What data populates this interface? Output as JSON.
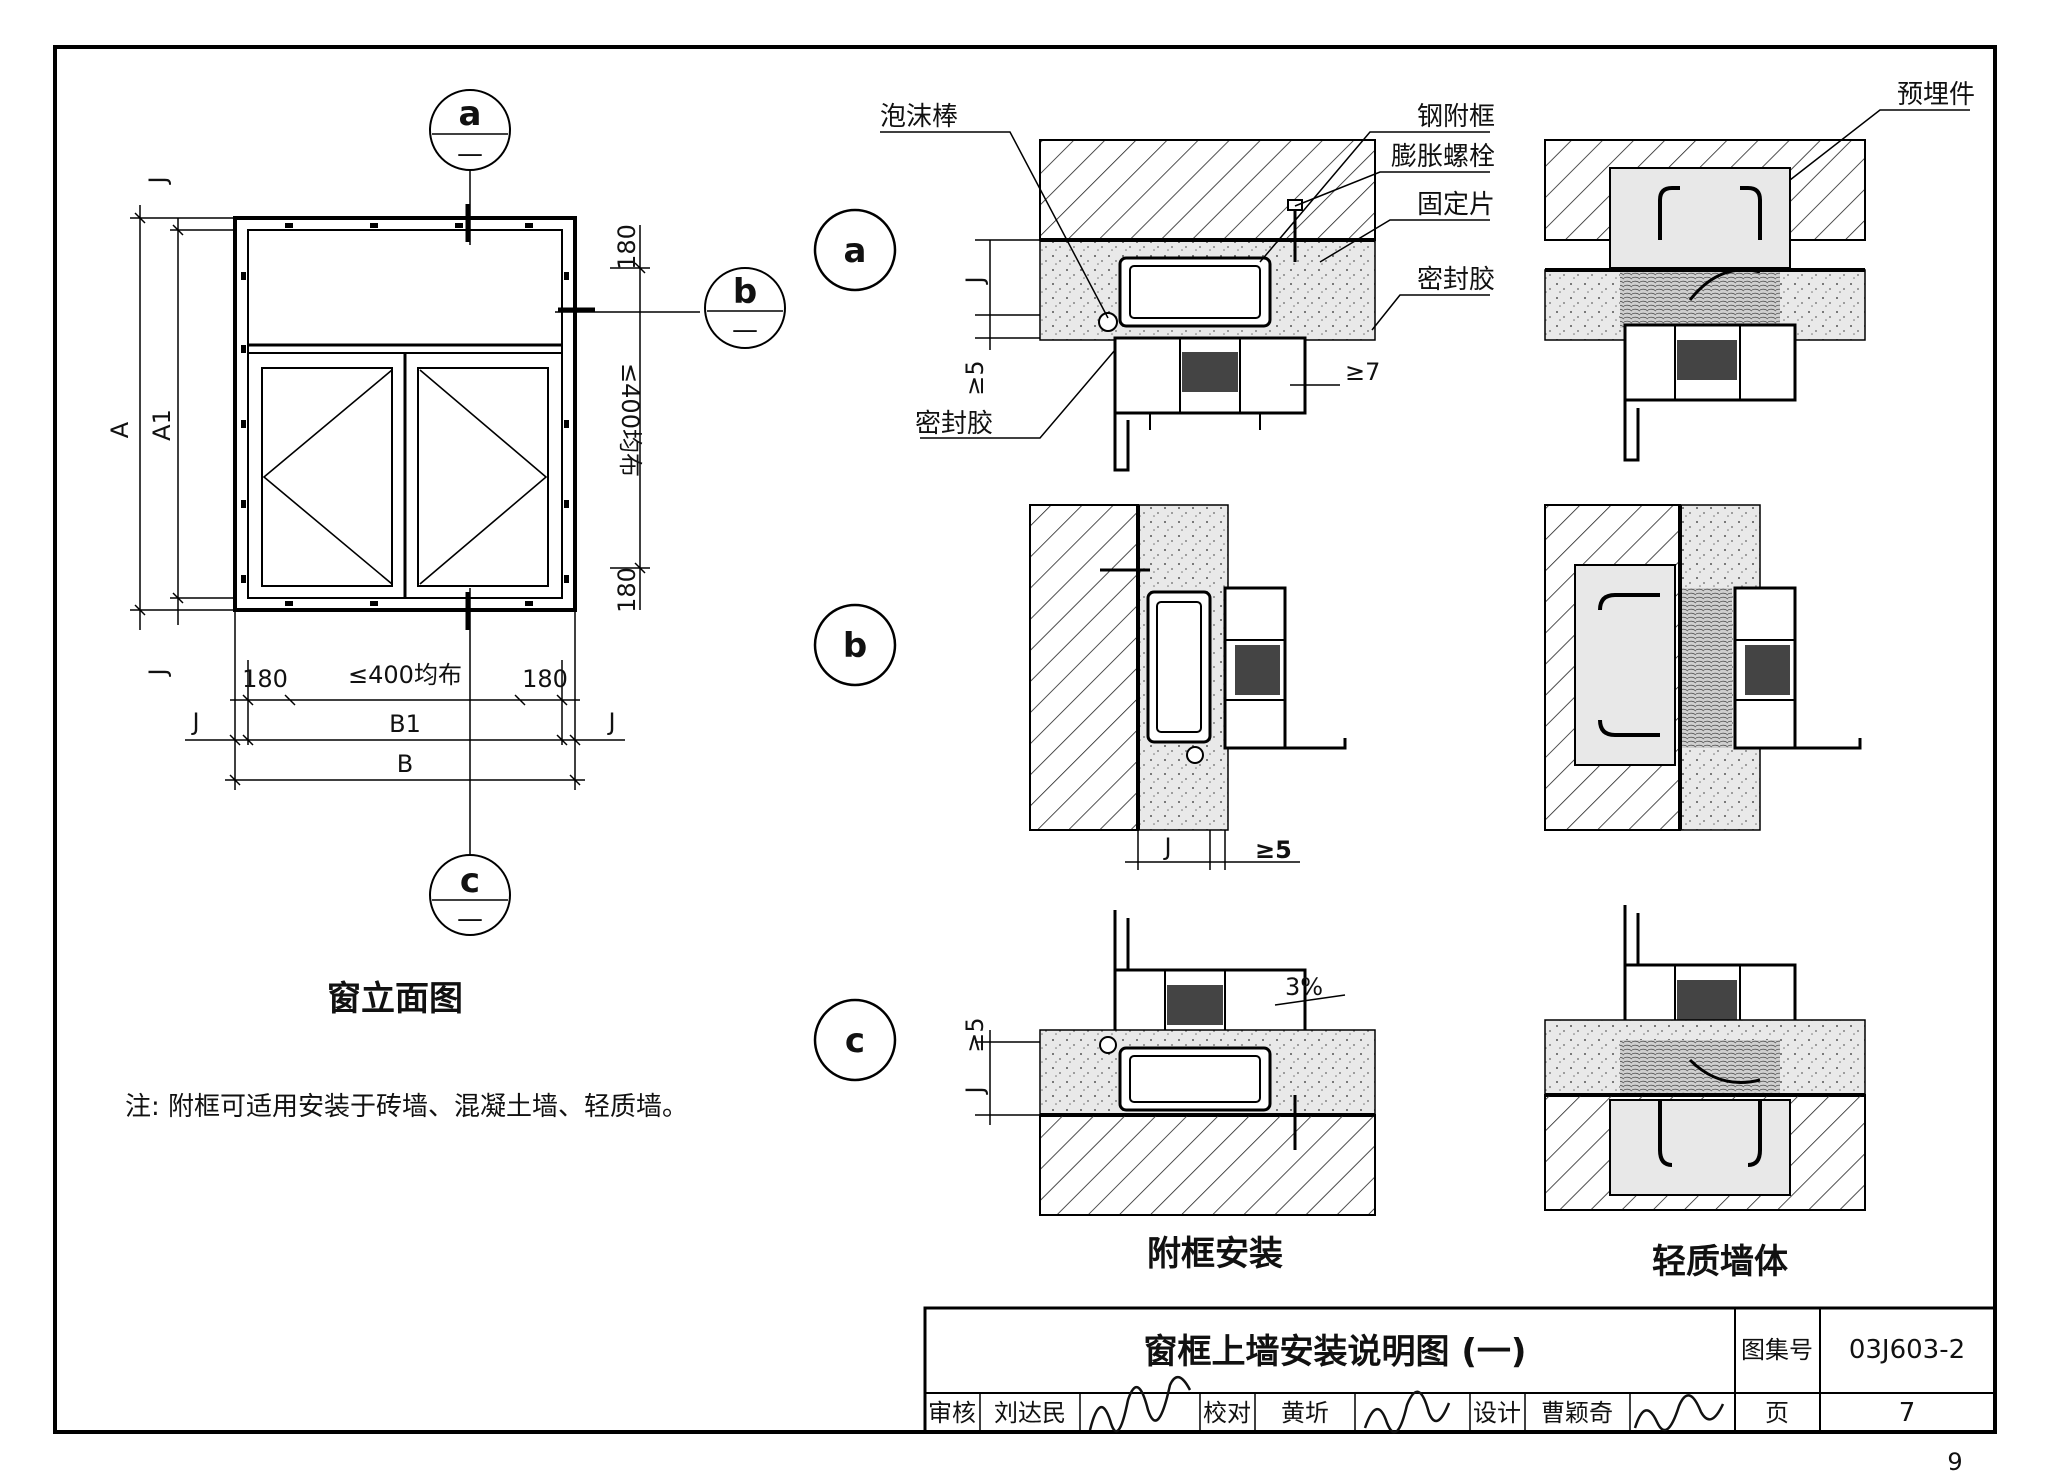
{
  "elevation": {
    "title": "窗立面图",
    "markers": [
      {
        "letter": "a",
        "sub": "—"
      },
      {
        "letter": "b",
        "sub": "—"
      },
      {
        "letter": "c",
        "sub": "—"
      }
    ],
    "dims": {
      "J": "J",
      "A": "A",
      "A1": "A1",
      "B": "B",
      "B1": "B1",
      "d180": "180",
      "spacing_h": "≤400均布",
      "spacing_v": "≤400均布"
    }
  },
  "note": "注:  附框可适用安装于砖墙、混凝土墙、轻质墙。",
  "sections": {
    "a_label": "a",
    "b_label": "b",
    "c_label": "c",
    "labels": {
      "foam_rod": "泡沫棒",
      "steel_frame": "钢附框",
      "expansion_bolt": "膨胀螺栓",
      "fixing_plate": "固定片",
      "sealant_top": "密封胶",
      "sealant_left": "密封胶",
      "embedded_part": "预埋件",
      "ge7": "≥7",
      "ge5_a": "≥5",
      "J_a": "J",
      "J_b": "J",
      "ge5_b": "≥5",
      "ge5_c": "≥5",
      "J_c": "J",
      "slope": "3%"
    },
    "caption_left": "附框安装",
    "caption_right": "轻质墙体"
  },
  "title_block": {
    "title": "窗框上墙安装说明图 (一)",
    "atlas_label": "图集号",
    "atlas_no": "03J603-2",
    "review_label": "审核",
    "reviewer": "刘达民",
    "check_label": "校对",
    "checker": "黄圻",
    "design_label": "设计",
    "designer": "曹颖奇",
    "page_label": "页",
    "page_no": "7"
  },
  "page_number": "9"
}
